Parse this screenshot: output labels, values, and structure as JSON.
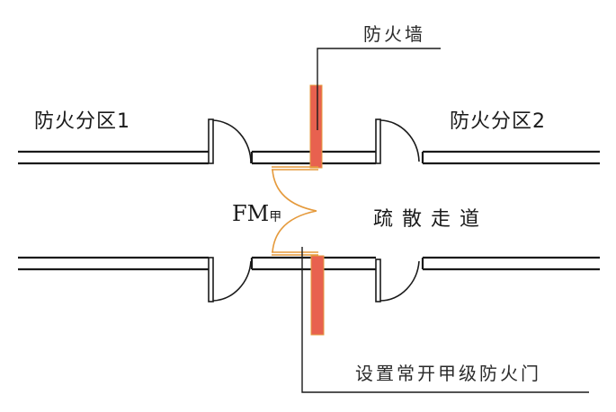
{
  "diagram": {
    "type": "fire-compartment-floor-plan",
    "labels": {
      "zone_1": "防火分区1",
      "zone_2": "防火分区2",
      "corridor": "疏散走道",
      "fire_wall": "防火墙",
      "door_note": "设置常开甲级防火门",
      "door_code": "FM",
      "door_grade": "甲"
    },
    "colors": {
      "line": "#1a1a1a",
      "fire_wall_fill": "#e8614f",
      "fire_door_stroke": "#e59a3c",
      "background": "#ffffff"
    },
    "elements": [
      {
        "id": "top-wall",
        "kind": "wall",
        "doors": 2,
        "openings_to": "corridor"
      },
      {
        "id": "bottom-wall",
        "kind": "wall",
        "doors": 2,
        "openings_to": "corridor"
      },
      {
        "id": "fire-wall-top",
        "kind": "fire-wall"
      },
      {
        "id": "fire-wall-bottom",
        "kind": "fire-wall"
      },
      {
        "id": "fire-door",
        "kind": "double-leaf-fire-door",
        "state": "normally-open",
        "grade": "甲"
      }
    ]
  }
}
